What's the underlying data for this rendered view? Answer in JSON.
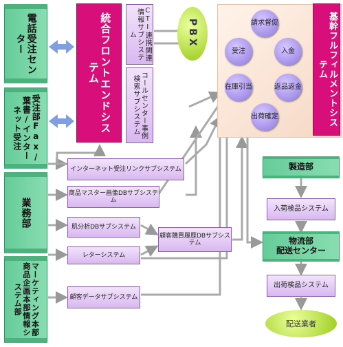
{
  "departments": {
    "call_center": "電話受注センター",
    "order_dept": "受注部Fax/葉書/インターネット受注",
    "business_dept": "業務部",
    "info_dept": "マーケティング本部商品企画本部情報システム部",
    "manufacturing": "製造部",
    "logistics_line1": "物流部",
    "logistics_line2": "配送センター"
  },
  "systems": {
    "front_end": "統合フロントエンドシステム",
    "cti": "CTI連携関連情報サブシステム",
    "call_center_search": "コールセンター事例検索サブシステム",
    "internet_order": "インターネット受注リンクサブシステム",
    "product_master": "商品マスター画像DBサブシステム",
    "skin_analysis": "肌分析DBサブシステム",
    "purchase_history": "顧客購買履歴DBサブシステム",
    "letter": "レターシステム",
    "customer_data": "顧客データサブシステム",
    "fulfillment": "基幹フルフィルメントシステム",
    "receiving_inspection": "入荷検品システム",
    "shipping_inspection": "出荷検品システム"
  },
  "cycle": {
    "billing": "請求督促",
    "payment": "入金",
    "refund": "返品返金",
    "shipping": "出荷確定",
    "inventory": "在庫引当",
    "order": "受注"
  },
  "pbx": "PBX",
  "carrier": "配送業者"
}
